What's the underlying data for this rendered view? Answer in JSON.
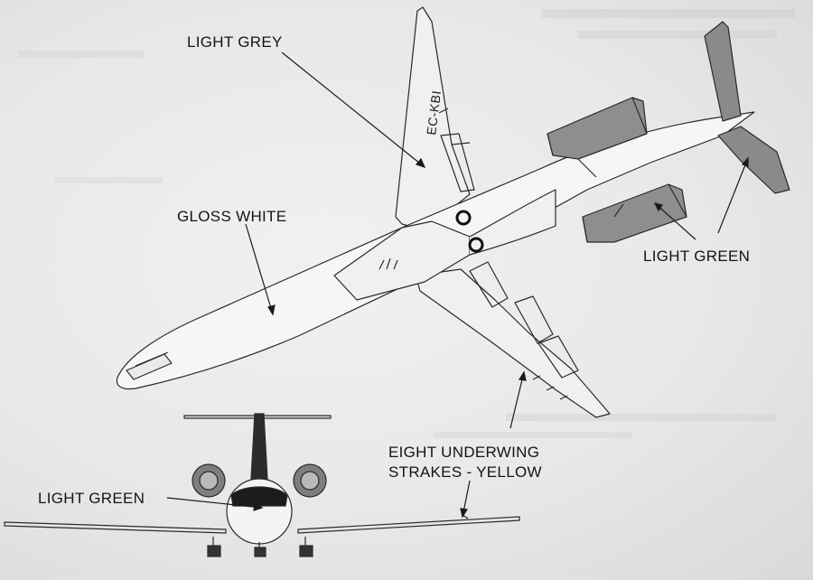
{
  "registration": "EC-KBI",
  "labels": {
    "light_grey": "LIGHT GREY",
    "gloss_white": "GLOSS WHITE",
    "light_green_engines": "LIGHT GREEN",
    "light_green_nose": "LIGHT GREEN",
    "strakes_line1": "EIGHT UNDERWING",
    "strakes_line2": "STRAKES - YELLOW"
  },
  "colors": {
    "paper": "#ececea",
    "line": "#2a2a2a",
    "grey_paint": "#8c8c8a",
    "light_grey_paint": "#b4b4b2"
  }
}
